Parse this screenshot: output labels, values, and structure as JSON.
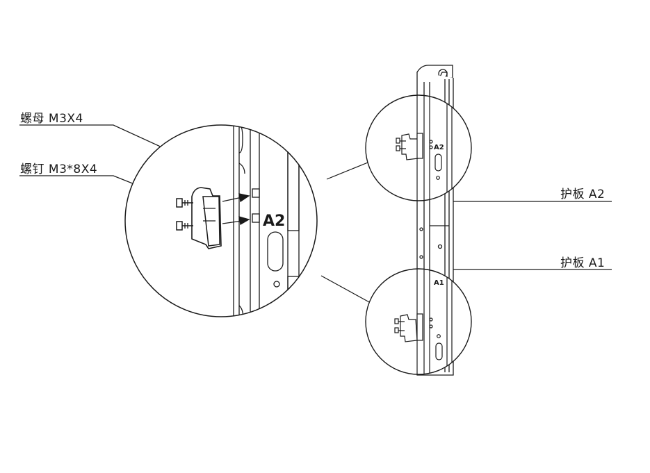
{
  "labels": {
    "nut": "螺母 M3X4",
    "screw": "螺钉 M3*8X4",
    "panel_a2": "护板 A2",
    "panel_a1": "护板 A1"
  },
  "markings": {
    "zoom_a2": "A2",
    "small_a2": "A2",
    "small_a1": "A1"
  },
  "colors": {
    "stroke": "#1a1a1a",
    "background": "#ffffff"
  }
}
